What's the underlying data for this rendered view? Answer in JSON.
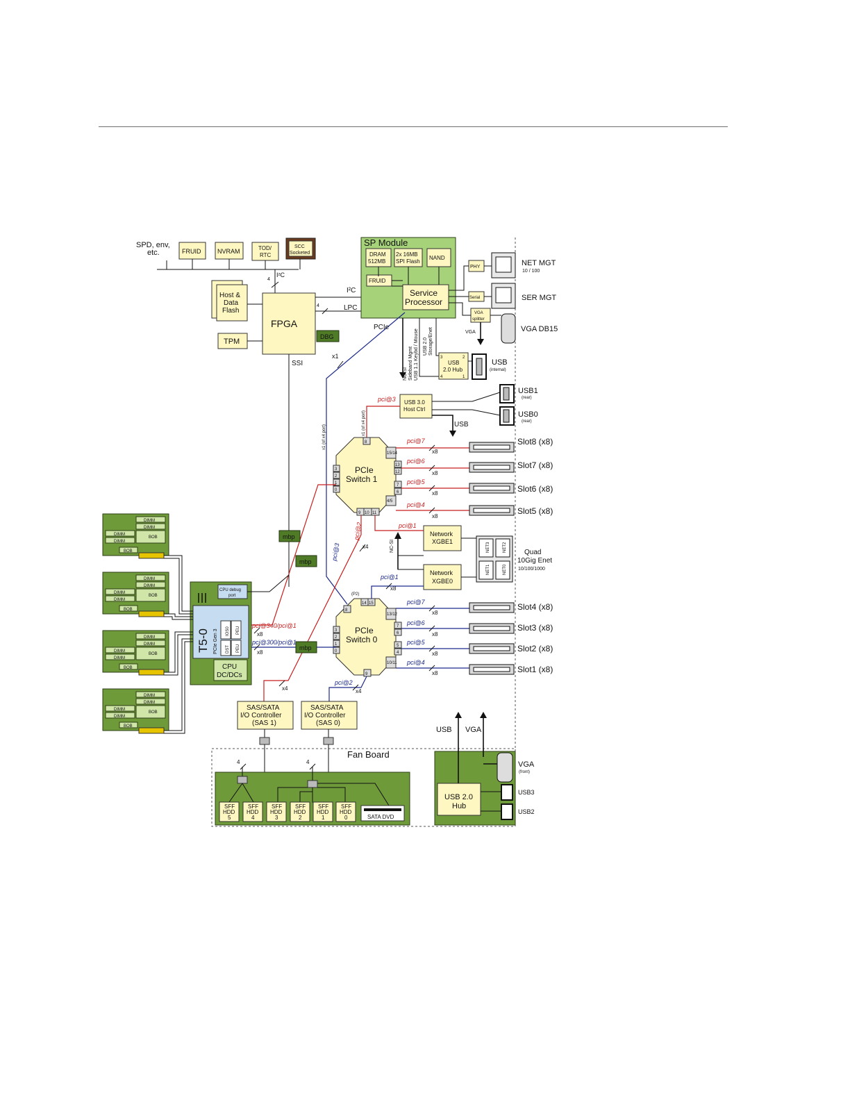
{
  "top": {
    "spd": "SPD, env,",
    "etc": "etc.",
    "fruid": "FRUID",
    "nvram": "NVRAM",
    "tod1": "TOD/",
    "tod2": "RTC",
    "scc1": "SCC",
    "scc2": "Socketed",
    "i2c_top": "I²C",
    "four_a": "4"
  },
  "fpga_area": {
    "hostflash1": "Host &",
    "hostflash2": "Data",
    "hostflash3": "Flash",
    "fpga": "FPGA",
    "tpm": "TPM",
    "dbg": "DBG",
    "i2c": "I²C",
    "lpc": "LPC",
    "four_b": "4",
    "ssi": "SSI",
    "pcie": "PCIe",
    "x1": "x1"
  },
  "sp": {
    "title": "SP Module",
    "dram1": "DRAM",
    "dram2": "512MB",
    "spi1": "2x 16MB",
    "spi2": "SPI Flash",
    "nand": "NAND",
    "fruid": "FRUID",
    "service1": "Service",
    "service2": "Processor",
    "phy": "PHY",
    "serial": "Serial",
    "vga1": "VGA",
    "vga2": "splitter",
    "vga_lbl": "VGA",
    "ncsi1": "NC-SI",
    "ncsi2": "Sideband Mgmt",
    "usb11": "USB 1.1 Keybd / Mouse",
    "usb20a": "USB 2.0",
    "usb20b": "Storage/Enet",
    "hub1": "USB",
    "hub2": "2.0 Hub",
    "p1": "1",
    "p2": "2",
    "p3": "3",
    "p4": "4"
  },
  "right_ports": {
    "netmgt": "NET MGT",
    "netmgt_sub": "10 / 100",
    "sermgt": "SER MGT",
    "vgadb15": "VGA DB15",
    "usb_int": "USB",
    "usb_int_sub": "(internal)",
    "usb1": "USB1",
    "usb1_sub": "(rear)",
    "usb0": "USB0",
    "usb0_sub": "(rear)"
  },
  "usb3": {
    "line1": "USB 3.0",
    "line2": "Host Ctrl",
    "pci": "pci@3",
    "usb": "USB",
    "x1port": "x1 (of x4 port)"
  },
  "switch1": {
    "line1": "PCIe",
    "line2": "Switch 1",
    "ports": [
      "8",
      "15/14",
      "13",
      "12",
      "7",
      "6",
      "4/5",
      "3",
      "2",
      "1",
      "0",
      "9",
      "10",
      "11"
    ],
    "x4port": "x1 (of x4 port)"
  },
  "slots_top": [
    {
      "pci": "pci@7",
      "name": "Slot8 (x8)"
    },
    {
      "pci": "pci@6",
      "name": "Slot7 (x8)"
    },
    {
      "pci": "pci@5",
      "name": "Slot6 (x8)"
    },
    {
      "pci": "pci@4",
      "name": "Slot5 (x8)"
    }
  ],
  "slots_bottom": [
    {
      "pci": "pci@7",
      "name": "Slot4 (x8)"
    },
    {
      "pci": "pci@6",
      "name": "Slot3 (x8)"
    },
    {
      "pci": "pci@5",
      "name": "Slot2 (x8)"
    },
    {
      "pci": "pci@4",
      "name": "Slot1 (x8)"
    }
  ],
  "x8": "x8",
  "x4": "x4",
  "network": {
    "pci1": "pci@1",
    "pci1b": "pci@1",
    "xgbe1a": "Network",
    "xgbe1b": "XGBE1",
    "xgbe0a": "Network",
    "xgbe0b": "XGBE0",
    "ncsi": "NC-SI",
    "quad1": "Quad",
    "quad2": "10Gig Enet",
    "quad3": "10/100/1000",
    "net3": "NET3",
    "net2": "NET2",
    "net1": "NET1",
    "net0": "NET0"
  },
  "mbp": "mbp",
  "pci_vertical": {
    "pci3": "pci@3",
    "pci2": "pci@2"
  },
  "cpu": {
    "debug1": "CPU debug",
    "debug2": "port",
    "t5": "T5-0",
    "gen3": "PCIe Gen 3",
    "ios0": "IOS0",
    "peu": "PEU",
    "dst": "DST",
    "peu2": "PEU",
    "dcdc1": "CPU",
    "dcdc2": "DC/DCs",
    "pci340": "pci@340/pci@1",
    "pci300": "pci@300/pci@1"
  },
  "dimm": {
    "dimm": "DIMM",
    "bob": "BOB"
  },
  "switch0": {
    "line1": "PCIe",
    "line2": "Switch 0",
    "p2": "(P2)",
    "ports": [
      "8",
      "14",
      "15",
      "13/12",
      "7",
      "6",
      "5",
      "4",
      "10/11",
      "3",
      "2",
      "1",
      "0",
      "9"
    ]
  },
  "sas": {
    "sas1a": "SAS/SATA",
    "sas1b": "I/O Controller",
    "sas1c": "(SAS 1)",
    "sas0a": "SAS/SATA",
    "sas0b": "I/O Controller",
    "sas0c": "(SAS 0)",
    "pci2": "pci@2"
  },
  "fan": {
    "title": "Fan Board",
    "four": "4",
    "hdd": [
      {
        "a": "SFF",
        "b": "HDD",
        "c": "5"
      },
      {
        "a": "SFF",
        "b": "HDD",
        "c": "4"
      },
      {
        "a": "SFF",
        "b": "HDD",
        "c": "3"
      },
      {
        "a": "SFF",
        "b": "HDD",
        "c": "2"
      },
      {
        "a": "SFF",
        "b": "HDD",
        "c": "1"
      },
      {
        "a": "SFF",
        "b": "HDD",
        "c": "0"
      }
    ],
    "dvd": "SATA DVD"
  },
  "front": {
    "usb": "USB",
    "vga": "VGA",
    "hub1": "USB 2.0",
    "hub2": "Hub",
    "vga_front": "VGA",
    "vga_front_sub": "(front)",
    "usb3": "USB3",
    "usb2": "USB2"
  },
  "colors": {
    "red": "#c81e1e",
    "blue": "#1c2a8a",
    "green": "#6f9a3a",
    "yellow": "#fff7c2"
  }
}
